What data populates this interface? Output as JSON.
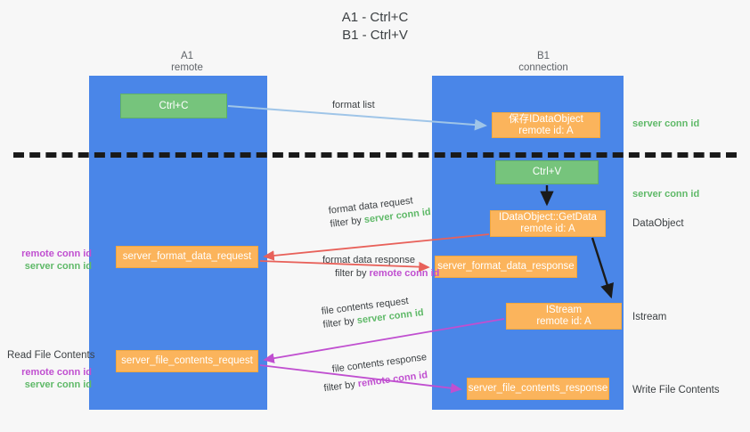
{
  "title": "A1 - Ctrl+C\nB1 - Ctrl+V",
  "columns": {
    "left": "A1\nremote",
    "right": "B1\nconnection"
  },
  "boxes": {
    "ctrl_c": "Ctrl+C",
    "save_idataobject": "保存IDataObject\nremote id: A",
    "ctrl_v": "Ctrl+V",
    "getdata": "IDataObject::GetData\nremote id: A",
    "server_format_data_request": "server_format_data_request",
    "server_format_data_response": "server_format_data_response",
    "istream": "IStream\nremote id: A",
    "server_file_contents_request": "server_file_contents_request",
    "server_file_contents_response": "server_file_contents_response"
  },
  "right_labels": {
    "data_object": "DataObject",
    "istream": "Istream",
    "write_file_contents": "Write File Contents"
  },
  "left_labels": {
    "read_file_contents": "Read File Contents"
  },
  "conn_ids": {
    "server": "server conn id",
    "remote": "remote conn id"
  },
  "flows": {
    "format_list": "format list",
    "format_data_request": "format data request",
    "format_data_response": "format data response",
    "file_contents_request": "file contents request",
    "file_contents_response": "file contents response",
    "filter_by": "filter by "
  },
  "colors": {
    "lane": "#4a86e8",
    "green_box": "#76c47c",
    "orange_box": "#fbb45c",
    "server_conn_id": "#5fb968",
    "remote_conn_id": "#c04fd0",
    "arrow_blue": "#9fc5e8",
    "arrow_red": "#e8615a",
    "arrow_magenta": "#c04fd0",
    "arrow_black": "#1a1a1a",
    "background": "#f7f7f7"
  }
}
